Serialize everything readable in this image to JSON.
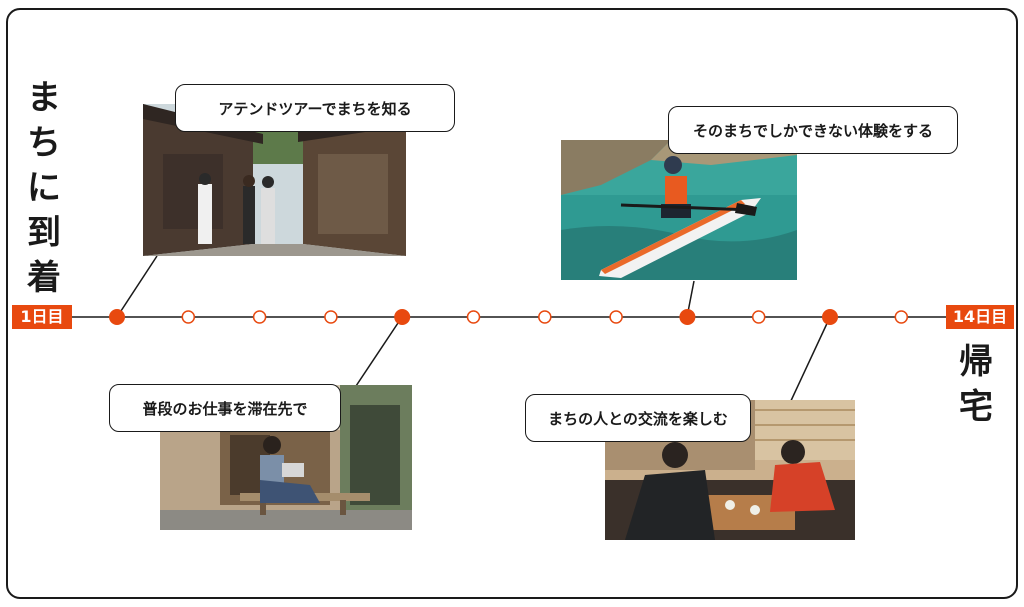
{
  "arrival_text": [
    "ま",
    "ち",
    "に",
    "到",
    "着"
  ],
  "return_text": [
    "帰",
    "宅"
  ],
  "start_label": "1日目",
  "end_label": "14日目",
  "days": [
    {
      "day": 1,
      "highlight": true
    },
    {
      "day": 2,
      "highlight": false
    },
    {
      "day": 3,
      "highlight": false
    },
    {
      "day": 4,
      "highlight": false
    },
    {
      "day": 5,
      "highlight": true
    },
    {
      "day": 6,
      "highlight": false
    },
    {
      "day": 7,
      "highlight": false
    },
    {
      "day": 8,
      "highlight": false
    },
    {
      "day": 9,
      "highlight": true
    },
    {
      "day": 10,
      "highlight": false
    },
    {
      "day": 11,
      "highlight": true
    },
    {
      "day": 12,
      "highlight": false
    }
  ],
  "events": [
    {
      "label": "アテンドツアーでまちを知る",
      "photo": "old-town-street-photo"
    },
    {
      "label": "普段のお仕事を滞在先で",
      "photo": "remote-work-veranda-photo"
    },
    {
      "label": "そのまちでしかできない体験をする",
      "photo": "paddleboard-sea-photo"
    },
    {
      "label": "まちの人との交流を楽しむ",
      "photo": "local-people-chat-photo"
    }
  ],
  "colors": {
    "accent": "#e8490f",
    "line": "#1a1a1a"
  }
}
